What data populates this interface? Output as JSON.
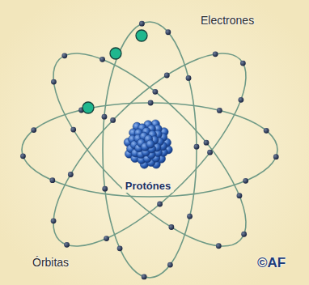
{
  "diagram": {
    "labels": [
      "Electrones",
      "Protónes",
      "Órbitas",
      "©AF"
    ]
  }
}
